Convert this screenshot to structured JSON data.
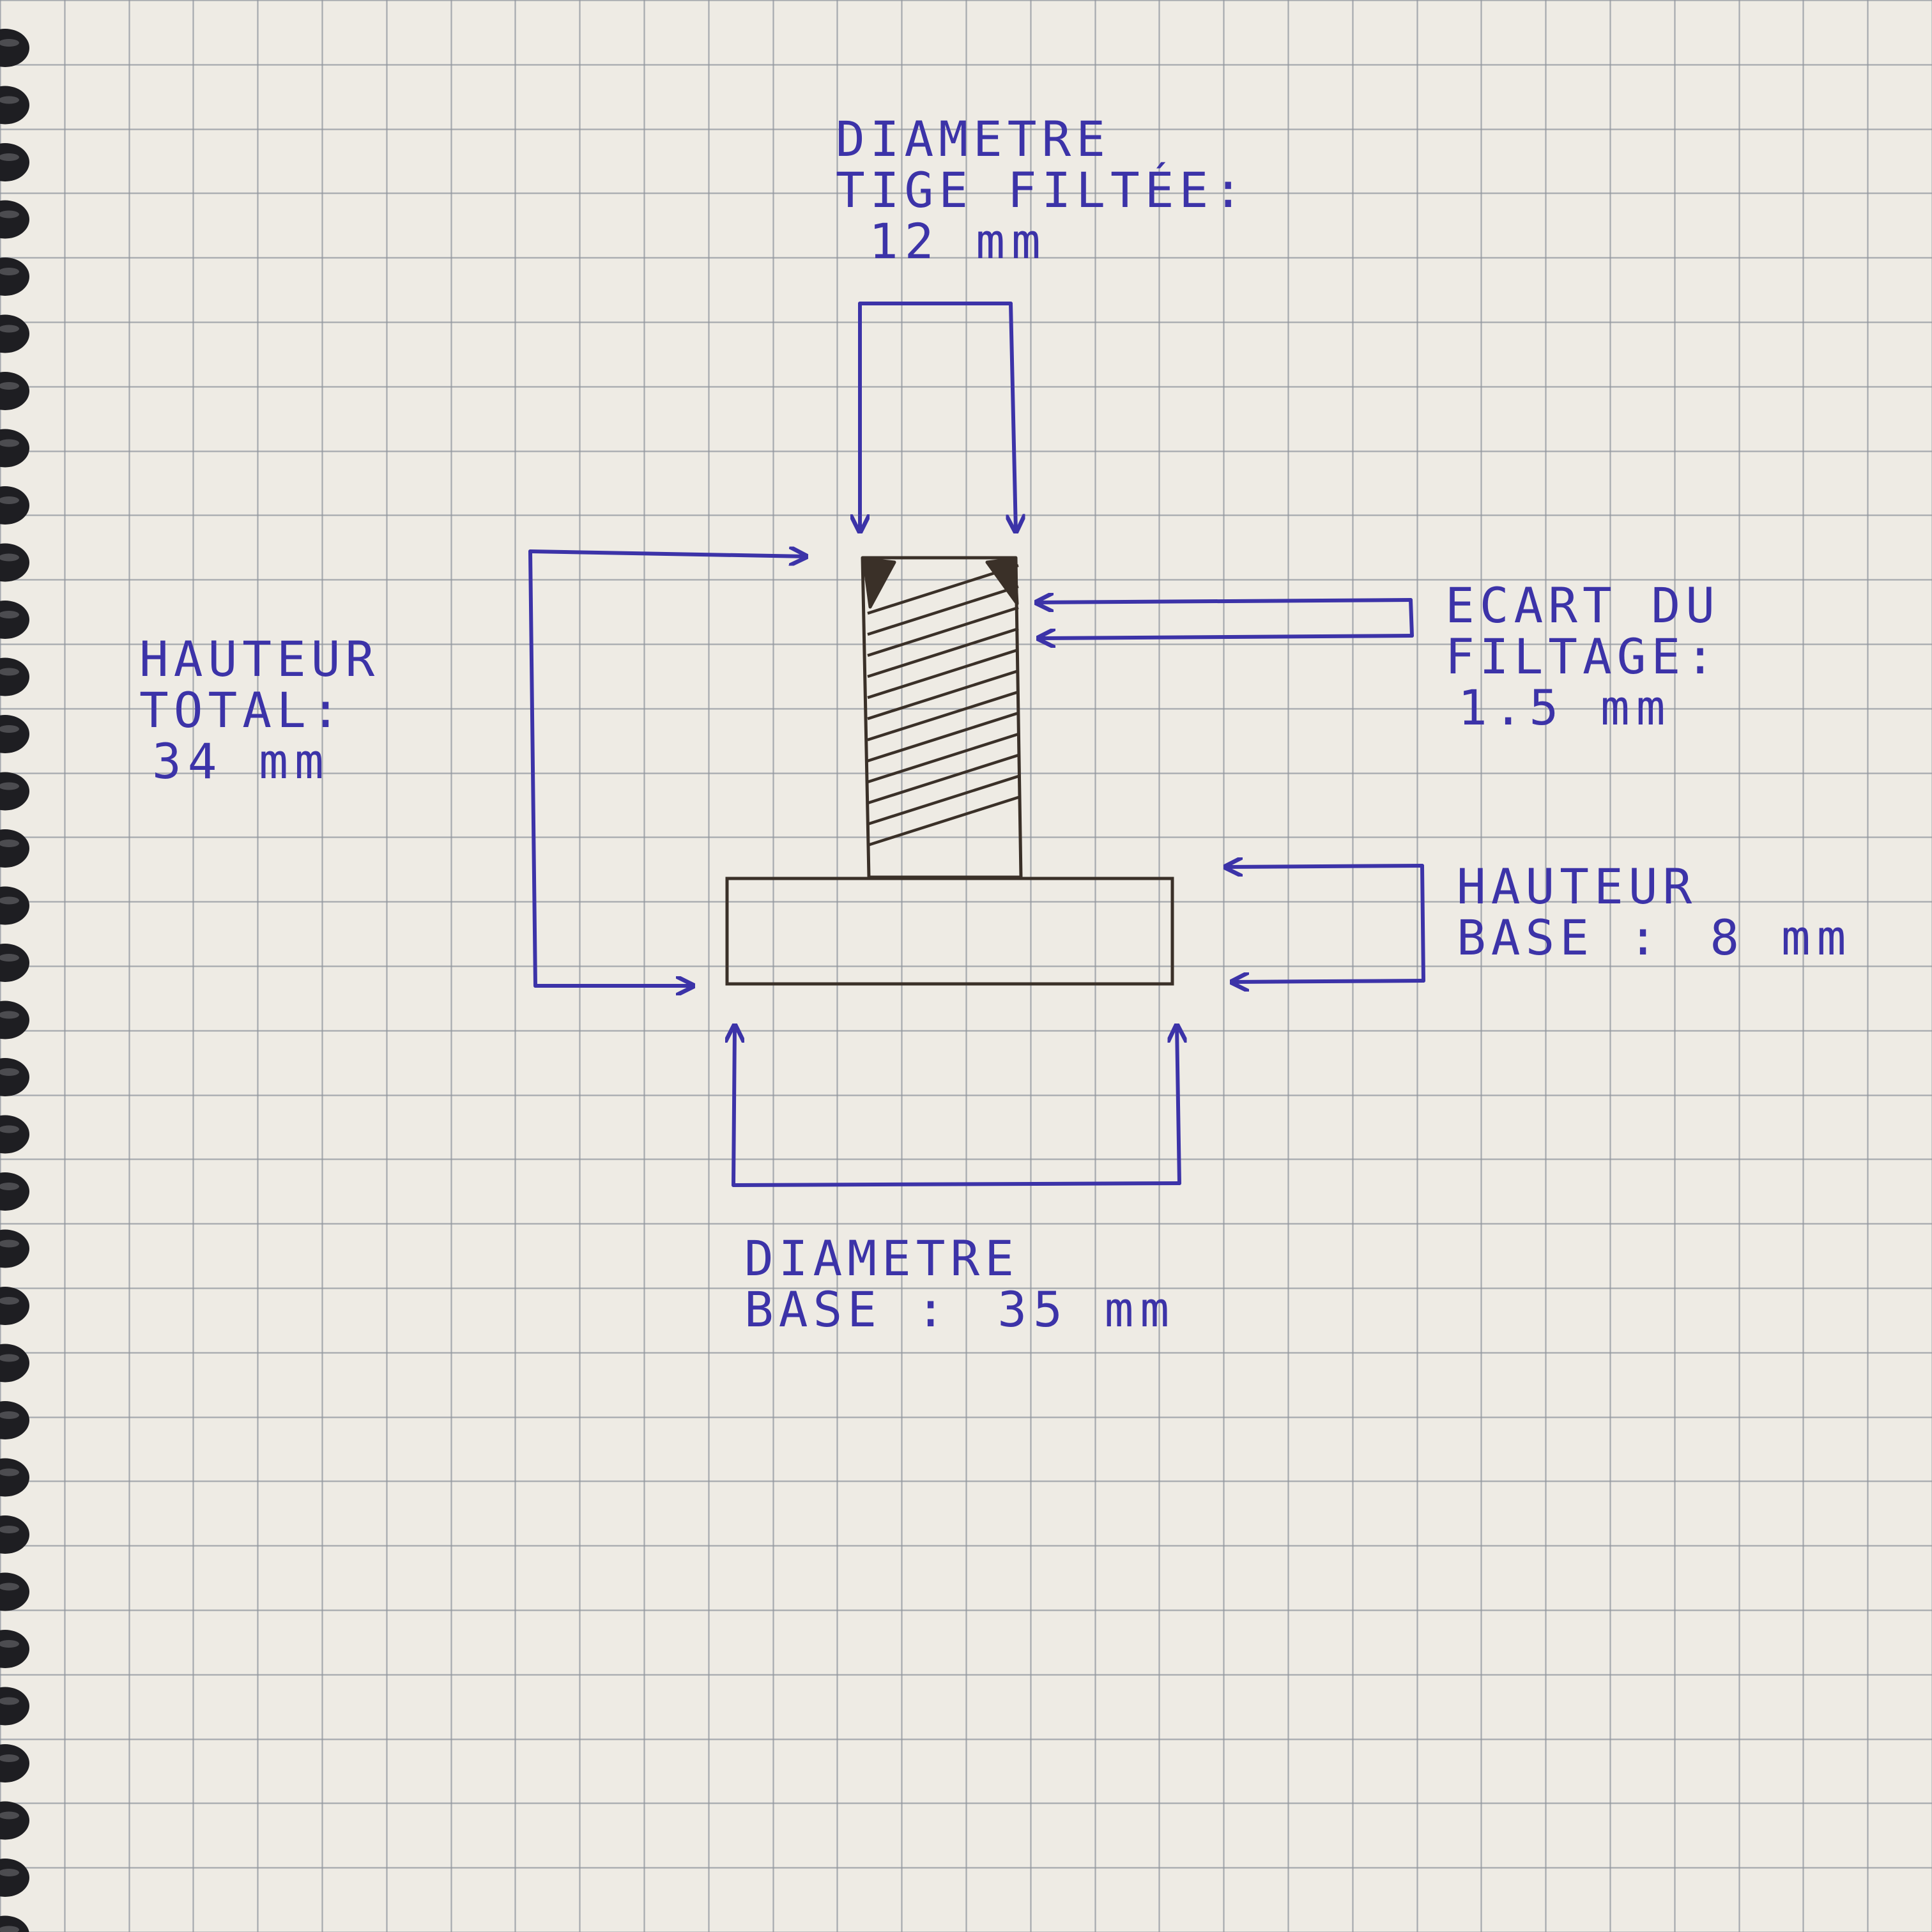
{
  "colors": {
    "paper": "#eeebe4",
    "grid": "#8f949c",
    "ink_blue": "#3c33a8",
    "ink_dark": "#3a3028",
    "spiral": "#1e1e22"
  },
  "labels": {
    "rod_diameter": {
      "line1": "DIAMETRE",
      "line2": "TIGE FILTÉE:",
      "value": "12 mm"
    },
    "total_height": {
      "line1": "HAUTEUR",
      "line2": "TOTAL:",
      "value": "34 mm"
    },
    "thread_pitch": {
      "line1": "ECART DU",
      "line2": "FILTAGE:",
      "value": "1.5 mm"
    },
    "base_height": {
      "line1": "HAUTEUR",
      "line2": "BASE :",
      "value": "8 mm"
    },
    "base_diameter": {
      "line1": "DIAMETRE",
      "line2": "BASE :",
      "value": "35 mm"
    }
  }
}
